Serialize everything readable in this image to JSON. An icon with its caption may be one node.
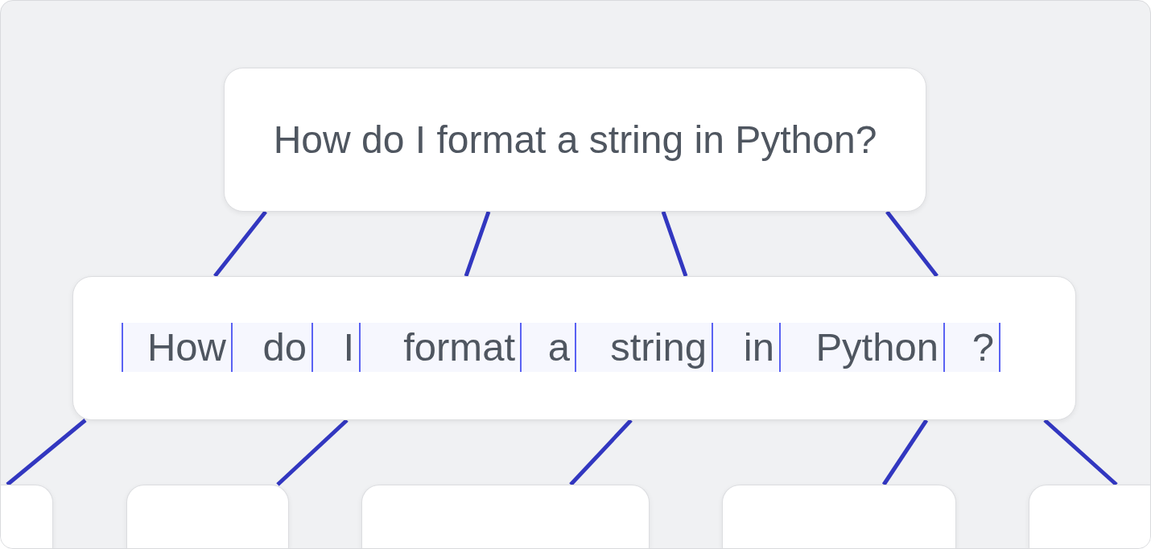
{
  "diagram": {
    "nodes": [
      {
        "text": [
          "How do I format a string in Python?"
        ]
      },
      {
        "text": [],
        "shape": "box"
      },
      {
        "text": [
          "How"
        ],
        "in": 1
      },
      {
        "text": [
          "do"
        ],
        "in": 1
      },
      {
        "text": [
          "I"
        ],
        "in": 1
      },
      {
        "text": [
          "format"
        ],
        "in": 1
      },
      {
        "text": [
          "a"
        ],
        "in": 1
      },
      {
        "text": [
          "string"
        ],
        "in": 1
      },
      {
        "text": [
          "in"
        ],
        "in": 1
      },
      {
        "text": [
          "Python"
        ],
        "in": 1
      },
      {
        "text": [
          "?"
        ],
        "in": 1
      },
      {
        "text": [],
        "shape": "box"
      },
      {
        "text": [],
        "shape": "box"
      },
      {
        "text": [],
        "shape": "box"
      },
      {
        "text": [],
        "shape": "box"
      },
      {
        "text": [],
        "shape": "box"
      }
    ],
    "edges": [
      {
        "from": 0,
        "to": 1,
        "arrow": "none"
      },
      {
        "from": 0,
        "to": 1,
        "arrow": "none"
      },
      {
        "from": 0,
        "to": 1,
        "arrow": "none"
      },
      {
        "from": 0,
        "to": 1,
        "arrow": "none"
      },
      {
        "from": 1,
        "to": 11,
        "arrow": "none"
      },
      {
        "from": 1,
        "to": 12,
        "arrow": "none"
      },
      {
        "from": 1,
        "to": 13,
        "arrow": "none"
      },
      {
        "from": 1,
        "to": 14,
        "arrow": "none"
      },
      {
        "from": 1,
        "to": 15,
        "arrow": "none"
      }
    ]
  }
}
